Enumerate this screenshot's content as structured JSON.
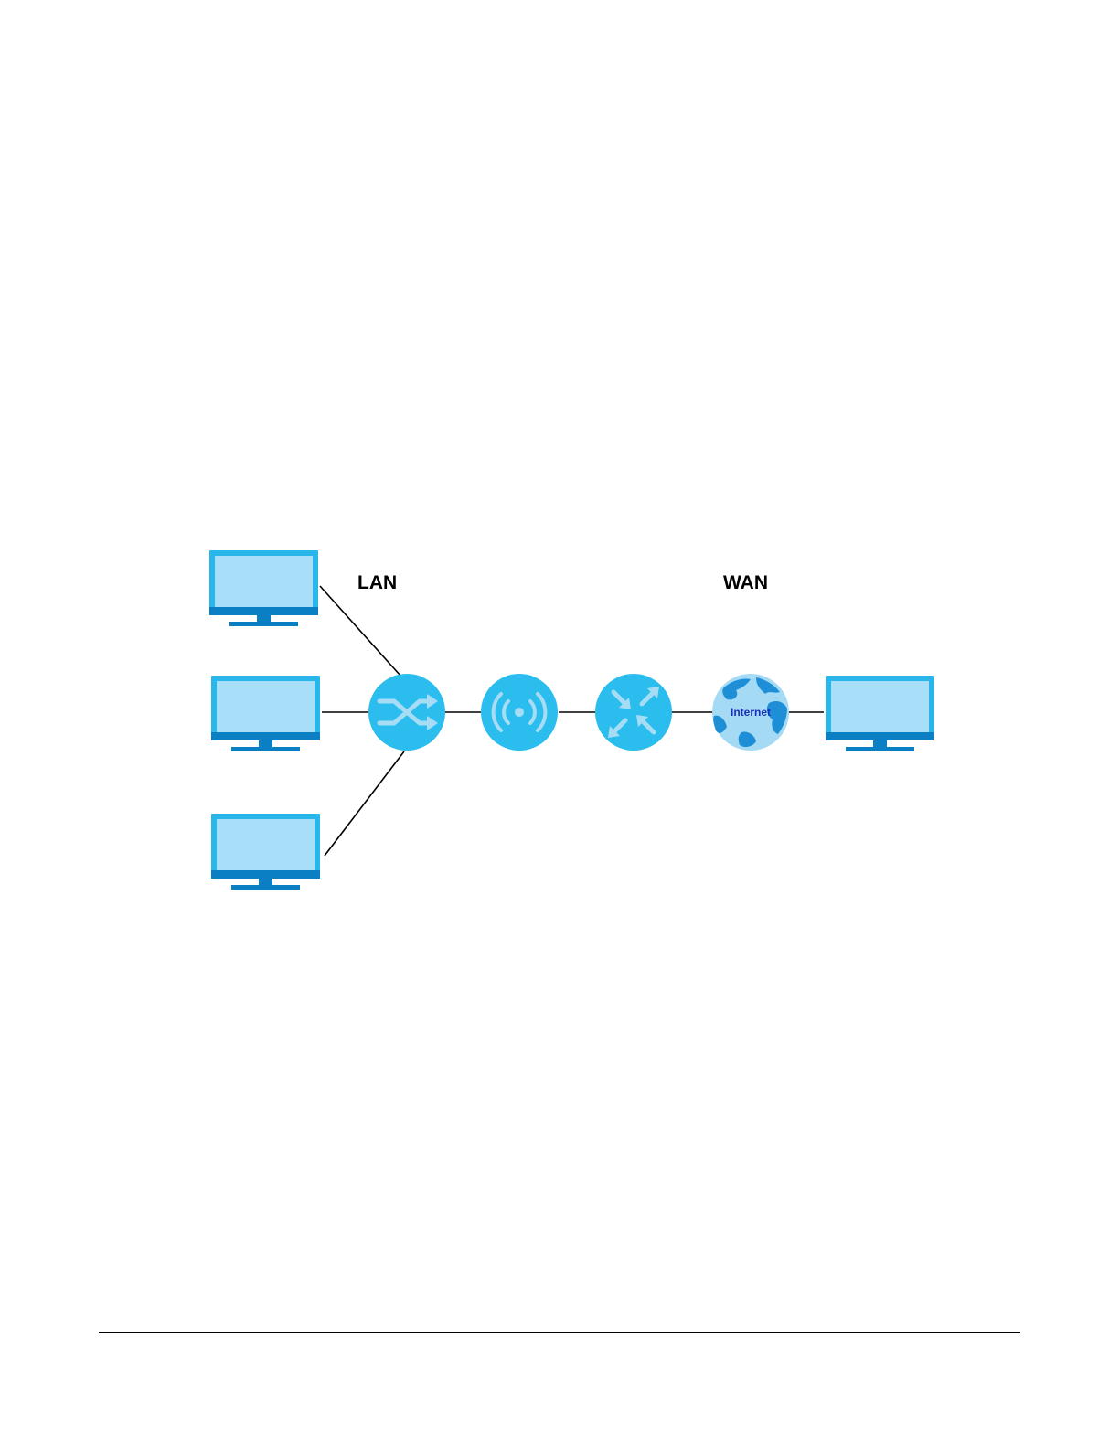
{
  "diagram": {
    "labels": {
      "lan": "LAN",
      "wan": "WAN",
      "internet": "Internet"
    },
    "nodes": [
      {
        "id": "pc-lan-top",
        "type": "computer",
        "icon": "monitor-icon"
      },
      {
        "id": "pc-lan-middle",
        "type": "computer",
        "icon": "monitor-icon"
      },
      {
        "id": "pc-lan-bottom",
        "type": "computer",
        "icon": "monitor-icon"
      },
      {
        "id": "switch",
        "type": "switch",
        "icon": "switch-icon"
      },
      {
        "id": "access-point",
        "type": "wireless-access-point",
        "icon": "wireless-icon"
      },
      {
        "id": "router",
        "type": "router",
        "icon": "router-icon"
      },
      {
        "id": "internet",
        "type": "cloud",
        "icon": "globe-icon"
      },
      {
        "id": "pc-wan",
        "type": "computer",
        "icon": "monitor-icon"
      }
    ],
    "links": [
      [
        "pc-lan-top",
        "switch"
      ],
      [
        "pc-lan-middle",
        "switch"
      ],
      [
        "pc-lan-bottom",
        "switch"
      ],
      [
        "switch",
        "access-point"
      ],
      [
        "access-point",
        "router"
      ],
      [
        "router",
        "internet"
      ],
      [
        "internet",
        "pc-wan"
      ]
    ],
    "colors": {
      "monitor_frame": "#29B6EA",
      "monitor_screen": "#A8DEF8",
      "monitor_base": "#0A7FC4",
      "node_fill": "#2BBDEE",
      "node_glyph": "#A6DDF5",
      "globe_ocean": "#A5DAF5",
      "globe_land": "#1E8FD6",
      "globe_text": "#1A2FB8",
      "link": "#000000"
    }
  }
}
